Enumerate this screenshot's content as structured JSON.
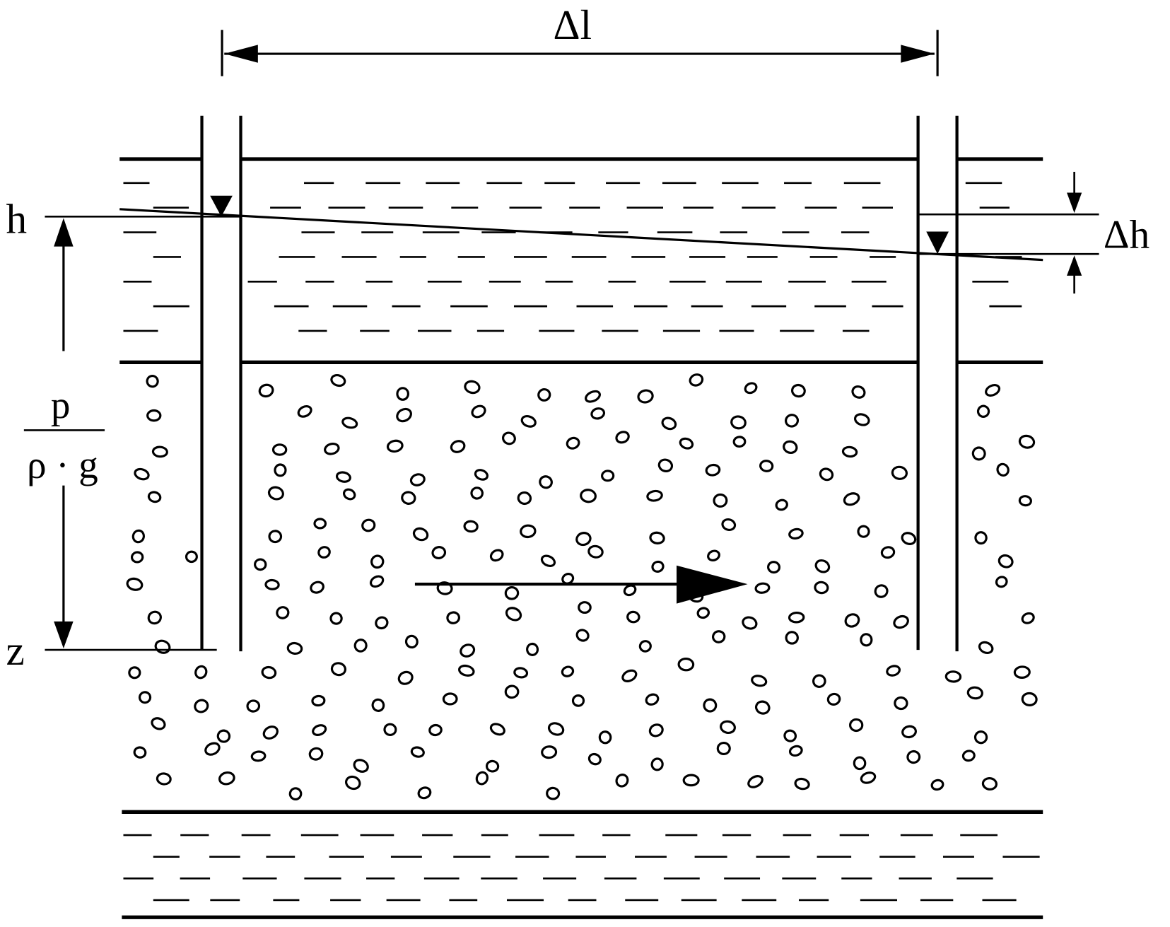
{
  "diagram": {
    "title": "Darcy flow through porous medium with piezometers",
    "labels": {
      "delta_l": "Δl",
      "h": "h",
      "delta_h": "Δh",
      "pressure_numerator": "p",
      "pressure_denominator": "ρ · g",
      "z": "z"
    }
  }
}
